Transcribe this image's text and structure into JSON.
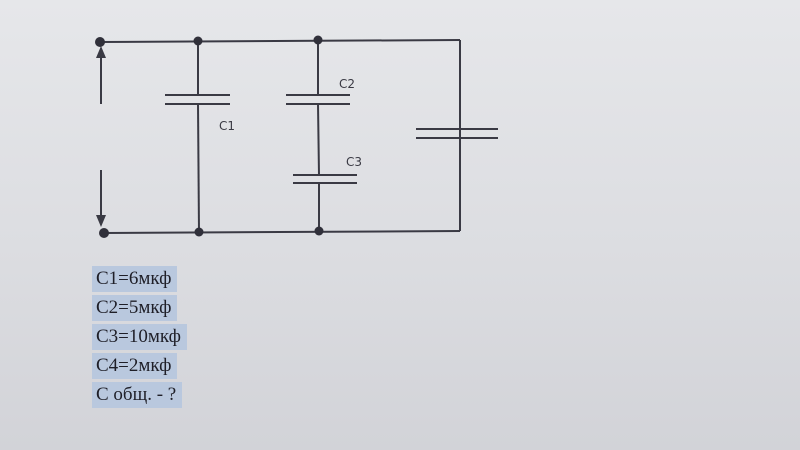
{
  "labels": {
    "c1": "C1",
    "c2": "C2",
    "c3": "C3"
  },
  "values": [
    "C1=6мкф",
    "C2=5мкф",
    "C3=10мкф",
    "C4=2мкф",
    "C общ. - ?"
  ],
  "colors": {
    "wire": "#3a3a44",
    "highlight": "#b9c8de"
  }
}
